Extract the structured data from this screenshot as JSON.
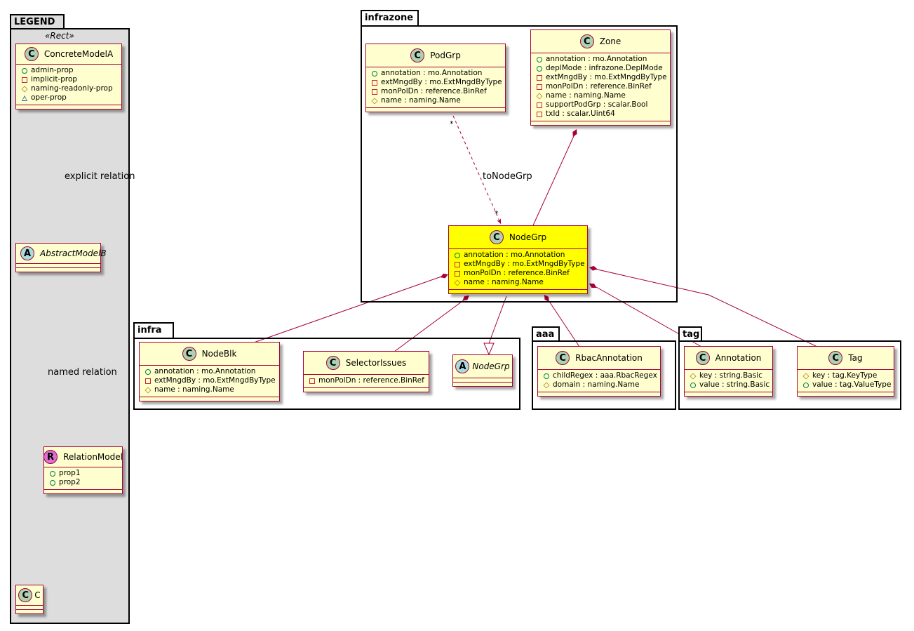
{
  "colors": {
    "class_fill": "#fefece",
    "class_border": "#a80036",
    "highlight_fill": "#ffff00",
    "legend_fill": "#dddddd",
    "line": "#a80036"
  },
  "packages": {
    "legend": {
      "name": "LEGEND",
      "stereotype": "«Rect»"
    },
    "infrazone": {
      "name": "infrazone"
    },
    "infra": {
      "name": "infra"
    },
    "aaa": {
      "name": "aaa"
    },
    "tag": {
      "name": "tag"
    }
  },
  "classes": {
    "concrete_model_a": {
      "icon": "C",
      "name": "ConcreteModelA",
      "attrs": [
        "admin-prop",
        "implicit-prop",
        "naming-readonly-prop",
        "oper-prop"
      ]
    },
    "abstract_model_b": {
      "icon": "A",
      "name": "AbstractModelB"
    },
    "relation_model": {
      "icon": "R",
      "name": "RelationModel",
      "attrs": [
        "prop1",
        "prop2"
      ]
    },
    "c": {
      "icon": "C",
      "name": "C"
    },
    "pod_grp": {
      "icon": "C",
      "name": "PodGrp",
      "attrs": [
        "annotation : mo.Annotation",
        "extMngdBy : mo.ExtMngdByType",
        "monPolDn : reference.BinRef",
        "name : naming.Name"
      ]
    },
    "zone": {
      "icon": "C",
      "name": "Zone",
      "attrs": [
        "annotation : mo.Annotation",
        "deplMode : infrazone.DeplMode",
        "extMngdBy : mo.ExtMngdByType",
        "monPolDn : reference.BinRef",
        "name : naming.Name",
        "supportPodGrp : scalar.Bool",
        "txId : scalar.Uint64"
      ]
    },
    "node_grp": {
      "icon": "C",
      "name": "NodeGrp",
      "attrs": [
        "annotation : mo.Annotation",
        "extMngdBy : mo.ExtMngdByType",
        "monPolDn : reference.BinRef",
        "name : naming.Name"
      ]
    },
    "node_blk": {
      "icon": "C",
      "name": "NodeBlk",
      "attrs": [
        "annotation : mo.Annotation",
        "extMngdBy : mo.ExtMngdByType",
        "name : naming.Name"
      ]
    },
    "selector_issues": {
      "icon": "C",
      "name": "SelectorIssues",
      "attrs": [
        "monPolDn : reference.BinRef"
      ]
    },
    "node_grp_abstract": {
      "icon": "A",
      "name": "NodeGrp"
    },
    "rbac_annotation": {
      "icon": "C",
      "name": "RbacAnnotation",
      "attrs": [
        "childRegex : aaa.RbacRegex",
        "domain : naming.Name"
      ]
    },
    "annotation": {
      "icon": "C",
      "name": "Annotation",
      "attrs": [
        "key : string.Basic",
        "value : string.Basic"
      ]
    },
    "tag": {
      "icon": "C",
      "name": "Tag",
      "attrs": [
        "key : tag.KeyType",
        "value : tag.ValueType"
      ]
    }
  },
  "relations": {
    "explicit": "explicit relation",
    "named": "named relation",
    "to_node_grp": "toNodeGrp",
    "mult_source": "*",
    "mult_target": "*"
  },
  "icons": {
    "class": "circle-c-icon",
    "abstract": "circle-a-icon",
    "relation": "circle-r-icon"
  }
}
